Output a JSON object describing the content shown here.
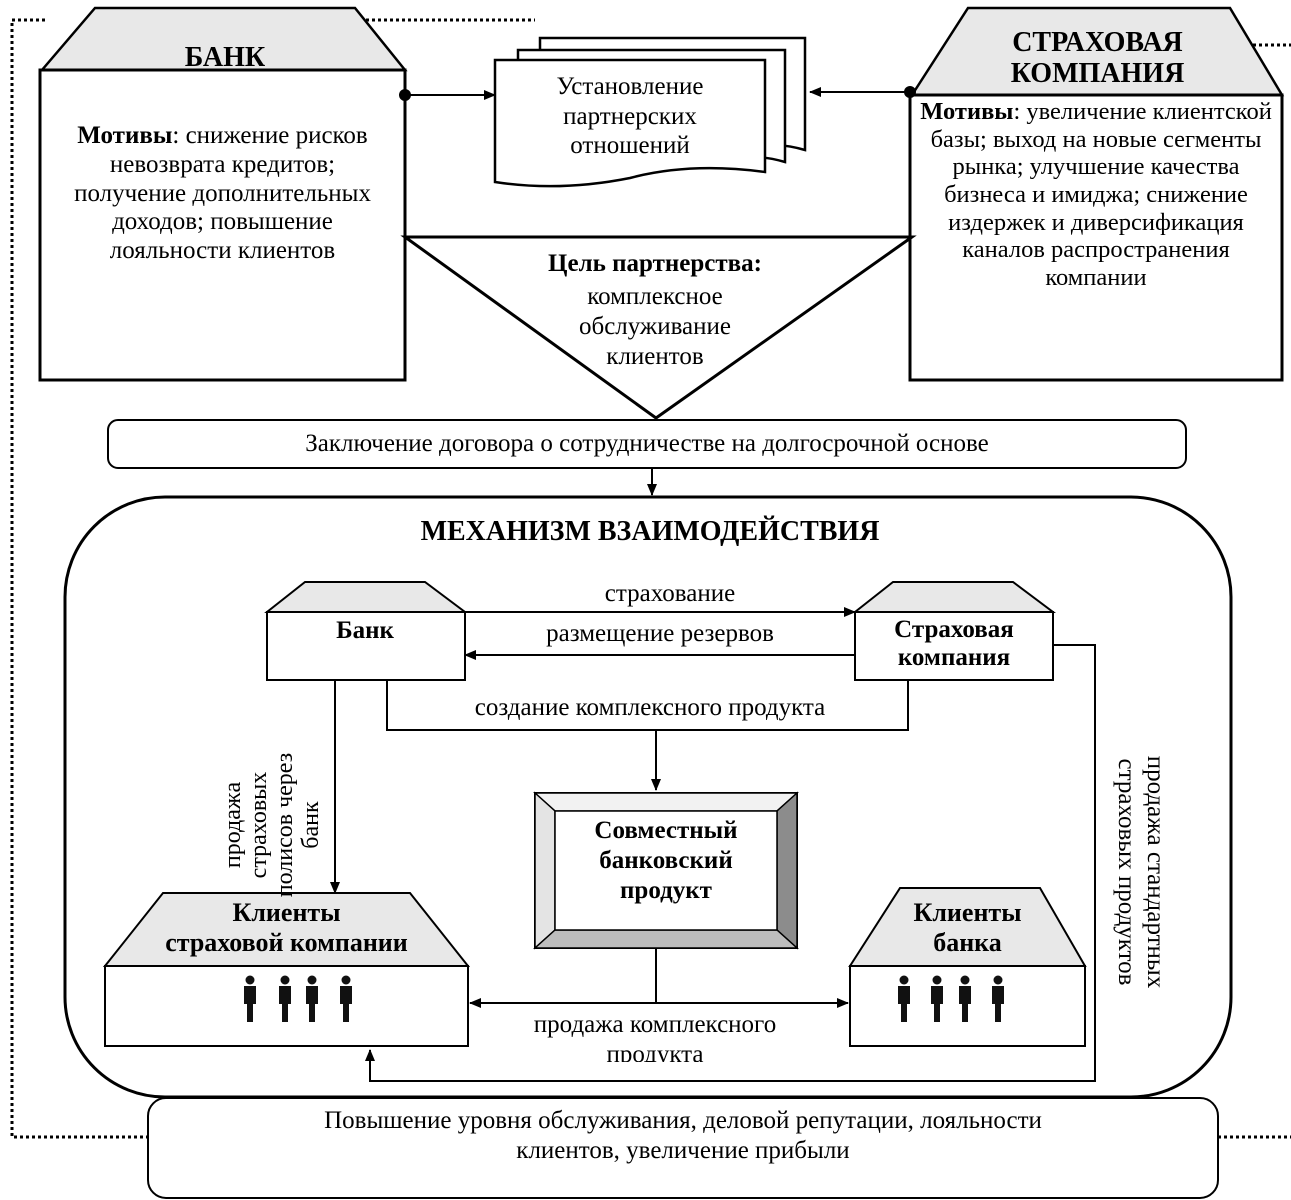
{
  "top": {
    "bank_title": "БАНК",
    "bank_motives_label": "Мотивы",
    "bank_motives_text": ": снижение рисков невозврата кредитов; получение дополнительных доходов; повышение лояльности клиентов",
    "insurer_title": "СТРАХОВАЯ\nКОМПАНИЯ",
    "insurer_motives_label": "Мотивы",
    "insurer_motives_text": ": увеличение клиентской базы; выход на новые сегменты рынка; улучшение качества бизнеса и имиджа; снижение издержек и диверсификация каналов распространения компании",
    "partnership_doc": "Установление\nпартнерских\nотношений",
    "goal_label": "Цель партнерства:",
    "goal_text": "комплексное\nобслуживание\nклиентов",
    "contract": "Заключение договора о сотрудничестве на долгосрочной основе"
  },
  "mechanism": {
    "title": "МЕХАНИЗМ ВЗАИМОДЕЙСТВИЯ",
    "bank": "Банк",
    "insurer": "Страховая\nкомпания",
    "insurance_label": "страхование",
    "reserves_label": "размещение резервов",
    "complex_label": "создание комплексного продукта",
    "joint_product": "Совместный\nбанковский\nпродукт",
    "sales_via_bank": "продажа\nстраховых\nполисов через\nбанк",
    "standard_sales": "продажа стандартных\nстраховых продуктов",
    "insurer_clients": "Клиенты\nстраховой компании",
    "bank_clients": "Клиенты\nбанка",
    "complex_sales": "продажа комплексного\nпродукта"
  },
  "bottom": {
    "result": "Повышение уровня обслуживания, деловой репутации, лояльности\nклиентов, увеличение прибыли"
  }
}
